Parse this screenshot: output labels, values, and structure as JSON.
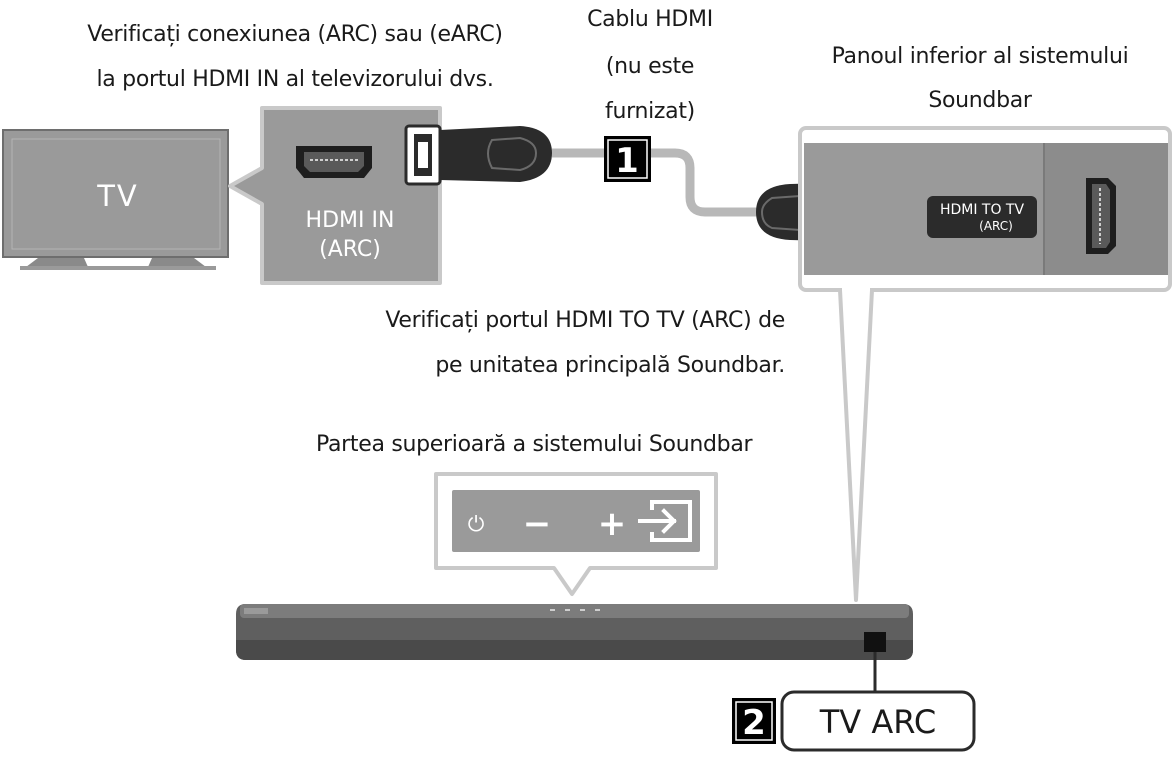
{
  "captions": {
    "tv_check": [
      "Verificați conexiunea (ARC) sau (eARC)",
      "la portul HDMI IN al televizorului dvs."
    ],
    "cable": [
      "Cablu HDMI",
      "(nu este",
      "furnizat)"
    ],
    "bottom_panel": [
      "Panoul inferior al sistemului",
      "Soundbar"
    ],
    "soundbar_port_check": [
      "Verificați portul HDMI TO TV (ARC) de",
      "pe unitatea principală Soundbar."
    ],
    "top_panel": "Partea superioară a sistemului Soundbar"
  },
  "tv": {
    "label": "TV"
  },
  "tv_port": {
    "label_line1": "HDMI IN",
    "label_line2": "(ARC)"
  },
  "soundbar_port": {
    "label_line1": "HDMI TO TV",
    "label_line2": "(ARC)"
  },
  "steps": {
    "step1": "1",
    "step2": "2"
  },
  "display_indicator": "TV ARC",
  "top_buttons": [
    {
      "icon": "power-icon",
      "glyph": "⏻"
    },
    {
      "icon": "minus-icon",
      "glyph": "−"
    },
    {
      "icon": "plus-icon",
      "glyph": "+"
    },
    {
      "icon": "source-input-icon",
      "glyph": ""
    }
  ],
  "colors": {
    "panel_gray": "#9a9a9a",
    "dark": "#2b2b2b",
    "light_gray": "#c9c9c9",
    "cable": "#b8b8b8"
  }
}
